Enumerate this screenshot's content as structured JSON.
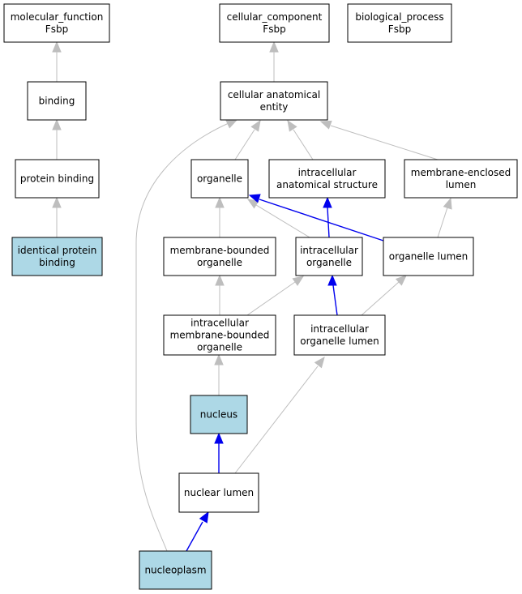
{
  "graph": {
    "nodes": [
      {
        "id": "molecular_function",
        "lines": [
          "molecular_function",
          "Fsbp"
        ],
        "highlight": false
      },
      {
        "id": "cellular_component",
        "lines": [
          "cellular_component",
          "Fsbp"
        ],
        "highlight": false
      },
      {
        "id": "biological_process",
        "lines": [
          "biological_process",
          "Fsbp"
        ],
        "highlight": false
      },
      {
        "id": "binding",
        "lines": [
          "binding"
        ],
        "highlight": false
      },
      {
        "id": "cellular_anatomical_entity",
        "lines": [
          "cellular anatomical",
          "entity"
        ],
        "highlight": false
      },
      {
        "id": "protein_binding",
        "lines": [
          "protein binding"
        ],
        "highlight": false
      },
      {
        "id": "organelle",
        "lines": [
          "organelle"
        ],
        "highlight": false
      },
      {
        "id": "intracellular_anatomical_structure",
        "lines": [
          "intracellular",
          "anatomical structure"
        ],
        "highlight": false
      },
      {
        "id": "membrane_enclosed_lumen",
        "lines": [
          "membrane-enclosed",
          "lumen"
        ],
        "highlight": false
      },
      {
        "id": "identical_protein_binding",
        "lines": [
          "identical protein",
          "binding"
        ],
        "highlight": true
      },
      {
        "id": "membrane_bounded_organelle",
        "lines": [
          "membrane-bounded",
          "organelle"
        ],
        "highlight": false
      },
      {
        "id": "intracellular_organelle",
        "lines": [
          "intracellular",
          "organelle"
        ],
        "highlight": false
      },
      {
        "id": "organelle_lumen",
        "lines": [
          "organelle lumen"
        ],
        "highlight": false
      },
      {
        "id": "intracellular_membrane_bounded_organelle",
        "lines": [
          "intracellular",
          "membrane-bounded",
          "organelle"
        ],
        "highlight": false
      },
      {
        "id": "intracellular_organelle_lumen",
        "lines": [
          "intracellular",
          "organelle lumen"
        ],
        "highlight": false
      },
      {
        "id": "nucleus",
        "lines": [
          "nucleus"
        ],
        "highlight": true
      },
      {
        "id": "nuclear_lumen",
        "lines": [
          "nuclear lumen"
        ],
        "highlight": false
      },
      {
        "id": "nucleoplasm",
        "lines": [
          "nucleoplasm"
        ],
        "highlight": true
      }
    ],
    "edges": [
      {
        "from": "binding",
        "to": "molecular_function",
        "kind": "is_a"
      },
      {
        "from": "protein_binding",
        "to": "binding",
        "kind": "is_a"
      },
      {
        "from": "identical_protein_binding",
        "to": "protein_binding",
        "kind": "is_a"
      },
      {
        "from": "cellular_anatomical_entity",
        "to": "cellular_component",
        "kind": "is_a"
      },
      {
        "from": "organelle",
        "to": "cellular_anatomical_entity",
        "kind": "is_a"
      },
      {
        "from": "intracellular_anatomical_structure",
        "to": "cellular_anatomical_entity",
        "kind": "is_a"
      },
      {
        "from": "membrane_enclosed_lumen",
        "to": "cellular_anatomical_entity",
        "kind": "is_a"
      },
      {
        "from": "nucleoplasm",
        "to": "cellular_anatomical_entity",
        "kind": "is_a"
      },
      {
        "from": "membrane_bounded_organelle",
        "to": "organelle",
        "kind": "is_a"
      },
      {
        "from": "intracellular_organelle",
        "to": "organelle",
        "kind": "is_a"
      },
      {
        "from": "organelle_lumen",
        "to": "organelle",
        "kind": "part_of"
      },
      {
        "from": "intracellular_organelle",
        "to": "intracellular_anatomical_structure",
        "kind": "part_of"
      },
      {
        "from": "organelle_lumen",
        "to": "membrane_enclosed_lumen",
        "kind": "is_a"
      },
      {
        "from": "intracellular_membrane_bounded_organelle",
        "to": "membrane_bounded_organelle",
        "kind": "is_a"
      },
      {
        "from": "intracellular_membrane_bounded_organelle",
        "to": "intracellular_organelle",
        "kind": "is_a"
      },
      {
        "from": "intracellular_organelle_lumen",
        "to": "intracellular_organelle",
        "kind": "part_of"
      },
      {
        "from": "intracellular_organelle_lumen",
        "to": "organelle_lumen",
        "kind": "is_a"
      },
      {
        "from": "nucleus",
        "to": "intracellular_membrane_bounded_organelle",
        "kind": "is_a"
      },
      {
        "from": "nuclear_lumen",
        "to": "nucleus",
        "kind": "part_of"
      },
      {
        "from": "nuclear_lumen",
        "to": "intracellular_organelle_lumen",
        "kind": "is_a"
      },
      {
        "from": "nucleoplasm",
        "to": "nuclear_lumen",
        "kind": "part_of"
      }
    ]
  },
  "colors": {
    "highlight_fill": "#add8e6",
    "node_fill": "#ffffff",
    "node_stroke": "#000000",
    "is_a_edge": "#bebebe",
    "part_of_edge": "#0000ee"
  }
}
